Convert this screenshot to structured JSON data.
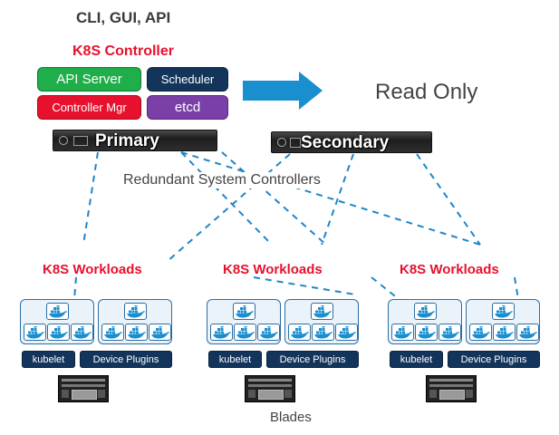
{
  "header": {
    "interfaces": "CLI, GUI, API",
    "controller_title": "K8S Controller"
  },
  "controller_components": [
    {
      "label": "API Server",
      "color": "#1fae4a"
    },
    {
      "label": "Scheduler",
      "color": "#14355b"
    },
    {
      "label": "Controller Mgr",
      "color": "#e8112d"
    },
    {
      "label": "etcd",
      "color": "#7b3fa8"
    }
  ],
  "arrow_color": "#1a8fd0",
  "read_only": "Read Only",
  "controllers": {
    "primary": "Primary",
    "secondary": "Secondary",
    "caption": "Redundant System Controllers"
  },
  "workloads": [
    {
      "title": "K8S Workloads",
      "kubelet": "kubelet",
      "plugins": "Device Plugins"
    },
    {
      "title": "K8S Workloads",
      "kubelet": "kubelet",
      "plugins": "Device Plugins"
    },
    {
      "title": "K8S Workloads",
      "kubelet": "kubelet",
      "plugins": "Device Plugins"
    }
  ],
  "blades_label": "Blades",
  "icons": {
    "container": "docker-whale-icon",
    "blade": "blade-hardware-icon",
    "chassis": "controller-chassis-icon"
  },
  "link_color": "#1f86c7"
}
